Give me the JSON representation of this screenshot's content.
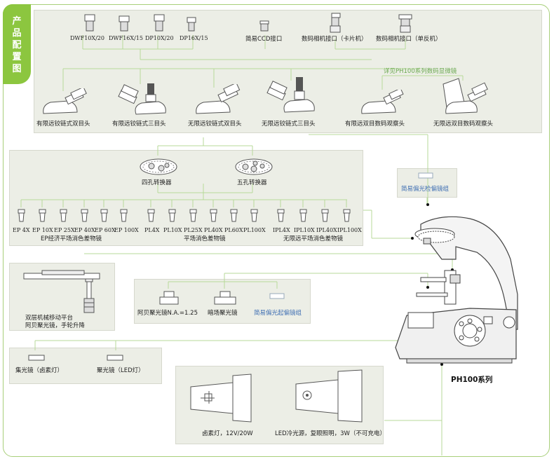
{
  "sidebar_tab": {
    "label": "产品配置图",
    "color": "#8cc63f"
  },
  "accent_line": "#b7d99a",
  "eyepieces": [
    {
      "label": "DWF10X/20"
    },
    {
      "label": "DWF16X/15"
    },
    {
      "label": "DP10X/20"
    },
    {
      "label": "DP16X/15"
    }
  ],
  "adapters": [
    {
      "label": "简易CCD接口"
    },
    {
      "label": "数码相机接口（卡片机）"
    },
    {
      "label": "数码相机接口（单反机）"
    }
  ],
  "see_also": "详见PH100系列数码显微镜",
  "heads": [
    {
      "label": "有限远铰链式双目头"
    },
    {
      "label": "有限远铰链式三目头"
    },
    {
      "label": "无限远铰链式双目头"
    },
    {
      "label": "无限远铰链式三目头"
    },
    {
      "label": "有限远双目数码观察头"
    },
    {
      "label": "无限远双目数码观察头"
    }
  ],
  "nosepieces": [
    {
      "label": "四孔转换器"
    },
    {
      "label": "五孔转换器"
    }
  ],
  "objective_groups": [
    {
      "items": [
        "EP 4X",
        "EP 10X",
        "EP 25X",
        "EP 40X",
        "EP 60X",
        "EP 100X"
      ],
      "title": "EP经济平场消色差物镜"
    },
    {
      "items": [
        "PL4X",
        "PL10X",
        "PL25X",
        "PL40X",
        "PL60X",
        "PL100X"
      ],
      "title": "平场消色差物镜"
    },
    {
      "items": [
        "IPL4X",
        "IPL10X",
        "IPL40X",
        "IPL100X"
      ],
      "title": "无限远平场消色差物镜"
    }
  ],
  "polarizer_analyzer": "简易偏光检偏镜组",
  "stage": {
    "line1": "双层机械移动平台",
    "line2": "阿贝聚光镜，手轮升降"
  },
  "condensers": [
    {
      "label": "阿贝聚光镜N.A.=1.25"
    },
    {
      "label": "暗场聚光镜"
    },
    {
      "label": "简易偏光起偏镜组"
    }
  ],
  "collectors": [
    {
      "label": "集光镜（卤素灯）"
    },
    {
      "label": "聚光镜（LED灯）"
    }
  ],
  "lamps": [
    {
      "label": "卤素灯，12V/20W"
    },
    {
      "label": "LED冷光源，复眼照明，3W（不可充电）"
    }
  ],
  "model": "PH100系列"
}
